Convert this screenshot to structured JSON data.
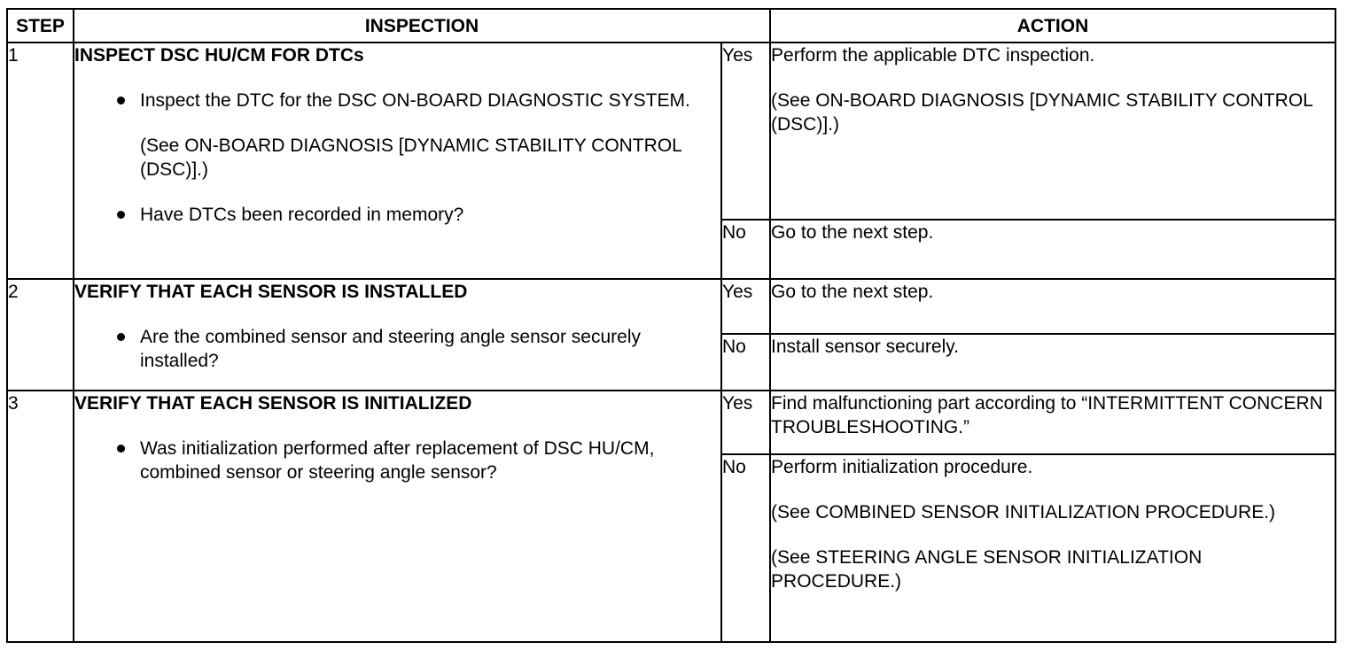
{
  "headers": {
    "step": "STEP",
    "inspection": "INSPECTION",
    "action": "ACTION"
  },
  "steps": [
    {
      "num": "1",
      "title": "INSPECT DSC HU/CM FOR DTCs",
      "bullet1": "Inspect the DTC for the DSC ON-BOARD DIAGNOSTIC SYSTEM.",
      "ref": "(See ON-BOARD DIAGNOSIS [DYNAMIC STABILITY CONTROL (DSC)].)",
      "bullet2": "Have DTCs been recorded in memory?",
      "yes_label": "Yes",
      "yes_action": "Perform the applicable DTC inspection.",
      "yes_ref": "(See ON-BOARD DIAGNOSIS [DYNAMIC STABILITY CONTROL (DSC)].)",
      "no_label": "No",
      "no_action": "Go to the next step."
    },
    {
      "num": "2",
      "title": "VERIFY THAT EACH SENSOR IS INSTALLED",
      "bullet1": "Are the combined sensor and steering angle sensor securely installed?",
      "yes_label": "Yes",
      "yes_action": "Go to the next step.",
      "no_label": "No",
      "no_action": "Install sensor securely."
    },
    {
      "num": "3",
      "title": "VERIFY THAT EACH SENSOR IS INITIALIZED",
      "bullet1": "Was initialization performed after replacement of DSC HU/CM, combined sensor or steering angle sensor?",
      "yes_label": "Yes",
      "yes_action": "Find malfunctioning part according to “INTERMITTENT CONCERN TROUBLESHOOTING.”",
      "no_label": "No",
      "no_action": "Perform initialization procedure.",
      "no_ref1": "(See COMBINED SENSOR INITIALIZATION PROCEDURE.)",
      "no_ref2": "(See STEERING ANGLE SENSOR INITIALIZATION PROCEDURE.)"
    }
  ]
}
